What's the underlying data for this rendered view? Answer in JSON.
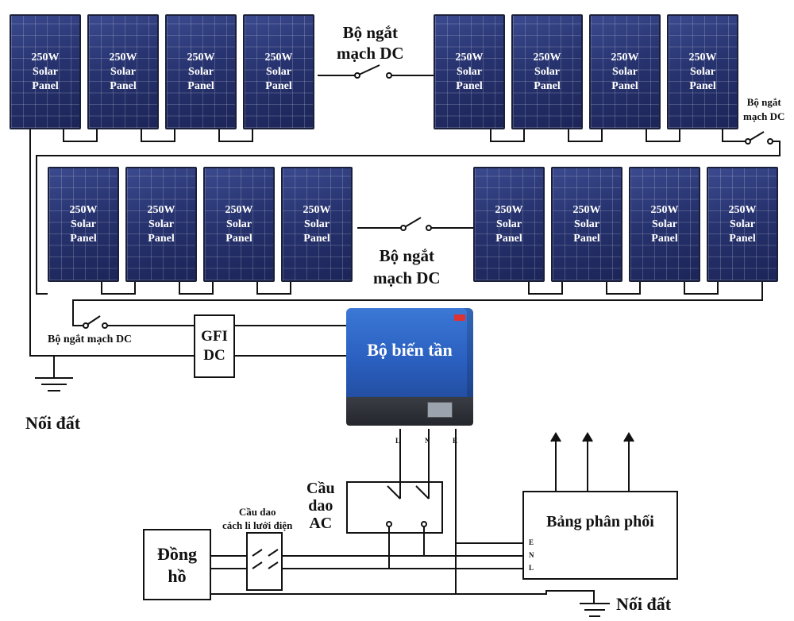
{
  "panel": {
    "power": "250W",
    "line1": "Solar",
    "line2": "Panel"
  },
  "labels": {
    "breaker_dc_top": [
      "Bộ ngắt",
      "mạch DC"
    ],
    "breaker_dc_right": [
      "Bộ ngắt",
      "mạch DC"
    ],
    "breaker_dc_middle": [
      "Bộ ngắt",
      "mạch DC"
    ],
    "breaker_dc_left": "Bộ ngắt mạch DC",
    "gfi": [
      "GFI",
      "DC"
    ],
    "inverter": "Bộ biến tần",
    "ground_left": "Nối đất",
    "ground_bottom": "Nối đất",
    "ac_breaker": [
      "Cầu",
      "dao",
      "AC"
    ],
    "grid_isolator": [
      "Cầu dao",
      "cách li lưới điện"
    ],
    "meter": [
      "Đồng",
      "hồ"
    ],
    "distribution_board": "Bảng phân phối",
    "inverter_terminals": [
      "L",
      "N",
      "E"
    ],
    "board_terminals": [
      "E",
      "N",
      "L"
    ]
  },
  "colors": {
    "panel": "#27336f",
    "inverter": "#2f6ad0",
    "wire": "#111111"
  }
}
